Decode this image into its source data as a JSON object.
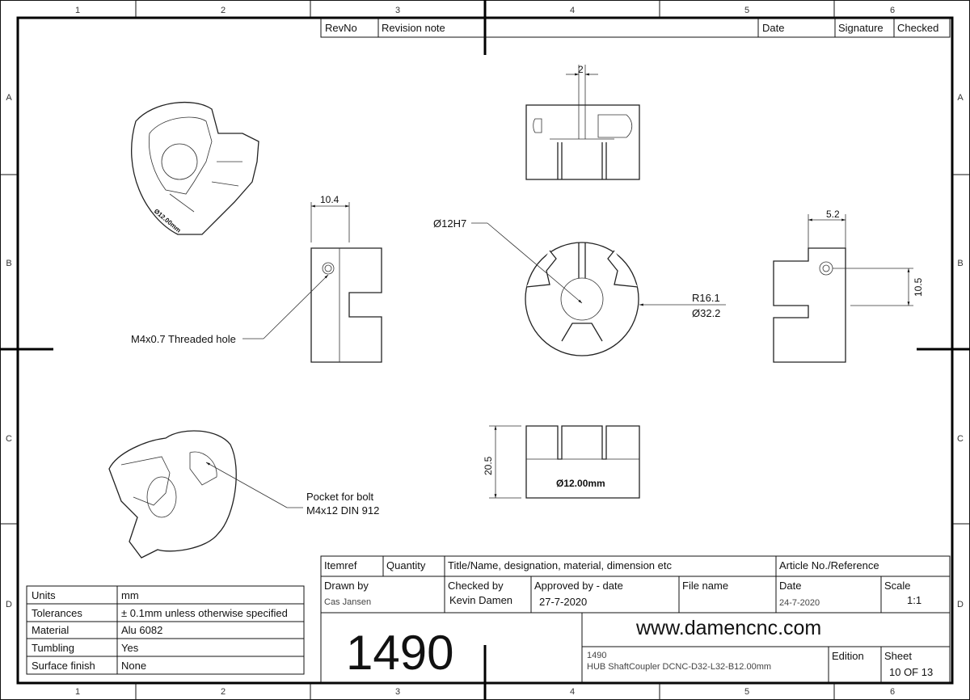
{
  "zones": {
    "columns": [
      "1",
      "2",
      "3",
      "4",
      "5",
      "6"
    ],
    "rows": [
      "A",
      "B",
      "C",
      "D"
    ]
  },
  "revision_table": {
    "headers": [
      "RevNo",
      "Revision note",
      "",
      "Date",
      "Signature",
      "Checked"
    ]
  },
  "annotations": {
    "slot_width": "2",
    "bore": "Ø12H7",
    "radius": "R16.1",
    "diameter": "Ø32.2",
    "left_width": "10.4",
    "threaded_hole": "M4x0.7 Threaded hole",
    "right_width": "5.2",
    "right_height": "10.5",
    "height": "20.5",
    "engraving": "Ø12.00mm",
    "pocket_line1": "Pocket for bolt",
    "pocket_line2": "M4x12 DIN 912"
  },
  "properties": [
    {
      "label": "Units",
      "value": "mm"
    },
    {
      "label": "Tolerances",
      "value": "± 0.1mm unless otherwise specified"
    },
    {
      "label": "Material",
      "value": "Alu 6082"
    },
    {
      "label": "Tumbling",
      "value": "Yes"
    },
    {
      "label": "Surface finish",
      "value": "None"
    }
  ],
  "title_block": {
    "itemref": "Itemref",
    "quantity": "Quantity",
    "title_header": "Title/Name, designation, material, dimension etc",
    "article": "Article No./Reference",
    "drawn_by_label": "Drawn by",
    "drawn_by": "Cas Jansen",
    "checked_by_label": "Checked by",
    "checked_by": "Kevin Damen",
    "approved_label": "Approved by - date",
    "approved_date": "27-7-2020",
    "file_name_label": "File name",
    "date_label": "Date",
    "date": "24-7-2020",
    "scale_label": "Scale",
    "scale": "1:1",
    "part_number": "1490",
    "website": "www.damencnc.com",
    "desc_number": "1490",
    "description": "HUB ShaftCoupler DCNC-D32-L32-B12.00mm",
    "edition_label": "Edition",
    "sheet_label": "Sheet",
    "sheet": "10 OF 13"
  }
}
